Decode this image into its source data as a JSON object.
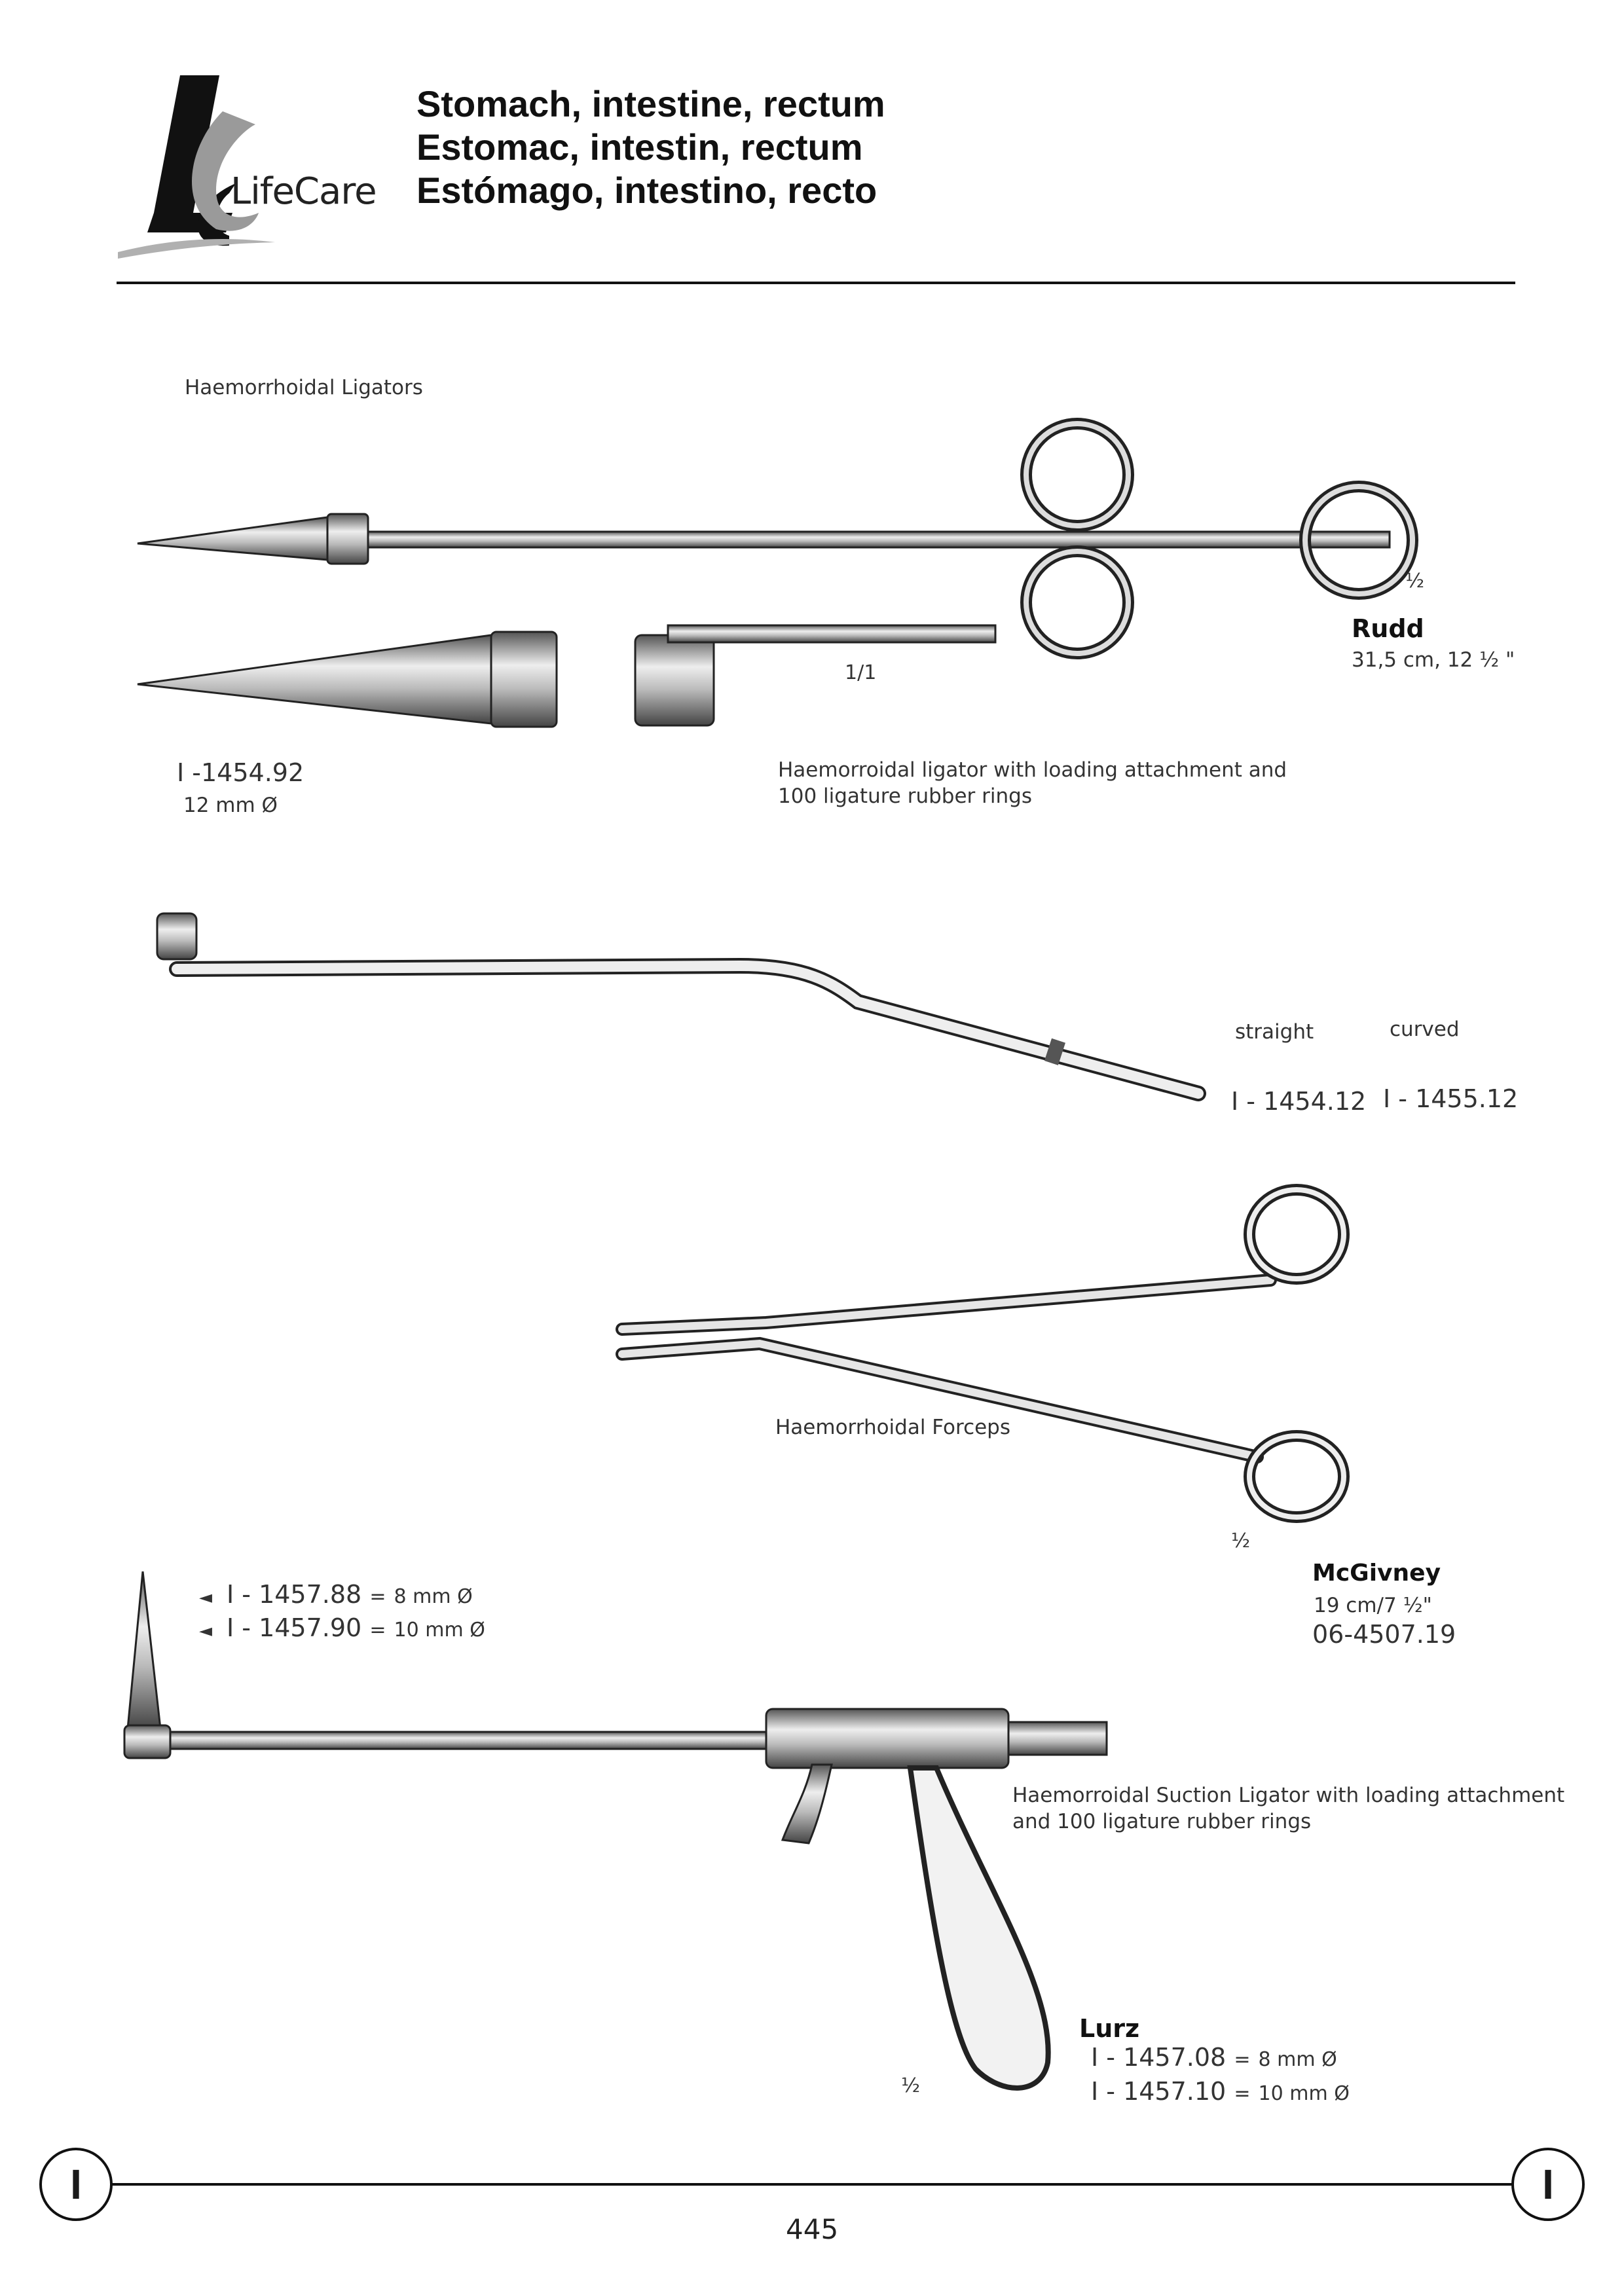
{
  "header": {
    "brand": "LifeCare",
    "title_lines": [
      "Stomach, intestine, rectum",
      "Estomac, intestin, rectum",
      "Estómago, intestino, recto"
    ]
  },
  "section1": {
    "heading": "Haemorrhoidal Ligators",
    "scale_half": "½",
    "scale_full": "1/1",
    "product_name": "Rudd",
    "product_size": "31,5 cm, 12 ½ \"",
    "code_prefix": "I -",
    "code": "1454.92",
    "diameter": "12 mm Ø",
    "description_line1": "Haemorroidal ligator with loading attachment and",
    "description_line2": "100 ligature rubber rings"
  },
  "section2": {
    "straight_label": "straight",
    "curved_label": "curved",
    "straight_code": "I - 1454.12",
    "curved_code": "I - 1455.12"
  },
  "section3": {
    "heading": "Haemorrhoidal Forceps",
    "scale": "½",
    "product_name": "McGivney",
    "product_size": "19 cm/7 ½\"",
    "code": "06-4507.19"
  },
  "section4": {
    "tips": [
      {
        "marker": "◄",
        "code": "I - 1457.88",
        "eq": "=",
        "size": "8 mm Ø"
      },
      {
        "marker": "◄",
        "code": "I - 1457.90",
        "eq": "=",
        "size": "10 mm Ø"
      }
    ],
    "description_line1": "Haemorroidal Suction Ligator with loading attachment",
    "description_line2": "and 100 ligature rubber rings",
    "product_name": "Lurz",
    "scale": "½",
    "codes": [
      {
        "code": "I - 1457.08",
        "eq": "=",
        "size": "8 mm Ø"
      },
      {
        "code": "I - 1457.10",
        "eq": "=",
        "size": "10 mm Ø"
      }
    ]
  },
  "footer": {
    "tab_letter": "I",
    "page_number": "445"
  }
}
